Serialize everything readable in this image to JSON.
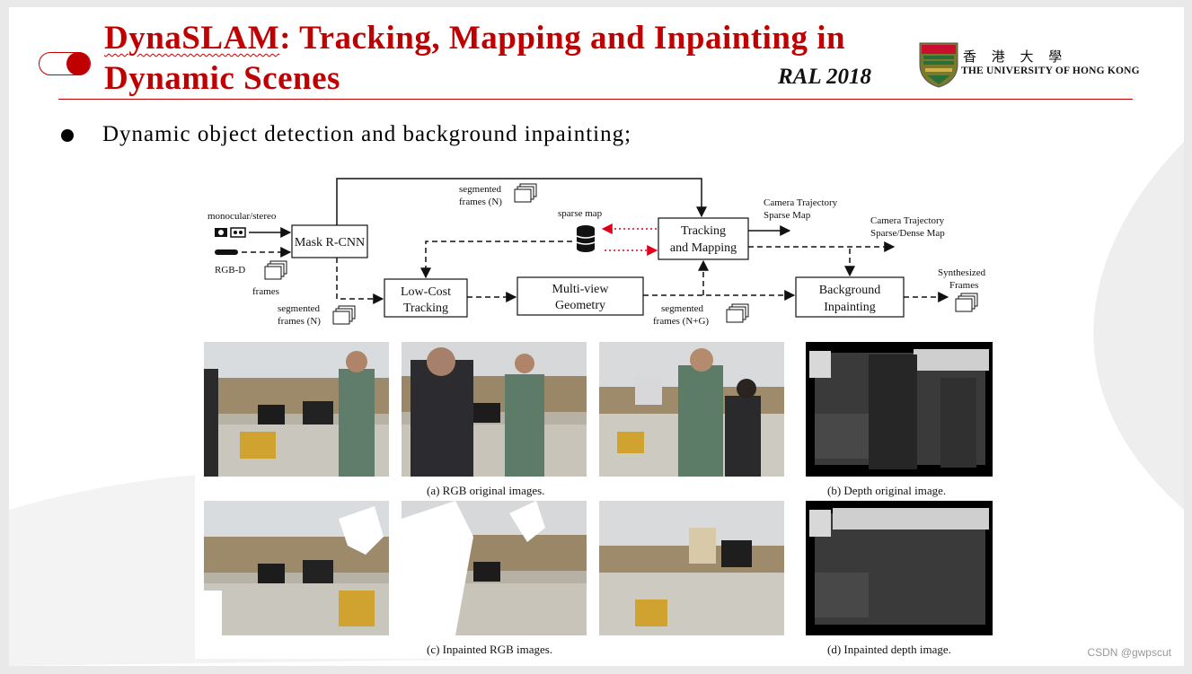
{
  "slide": {
    "title_abbr": "DynaSLAM",
    "title_rest": ": Tracking, Mapping and Inpainting in",
    "title_line2": "Dynamic Scenes",
    "venue": "RAL 2018",
    "logo": {
      "cn": "香 港 大 學",
      "en": "THE UNIVERSITY OF HONG KONG"
    },
    "bullet": "Dynamic object detection and background inpainting;"
  },
  "diagram": {
    "inputs": {
      "mono": "monocular/stereo",
      "rgbd": "RGB-D",
      "frames": "frames"
    },
    "boxes": {
      "maskrcnn": "Mask R-CNN",
      "lowcost": [
        "Low-Cost",
        "Tracking"
      ],
      "multiview": [
        "Multi-view",
        "Geometry"
      ],
      "tracking": [
        "Tracking",
        "and Mapping"
      ],
      "background": [
        "Background",
        "Inpainting"
      ]
    },
    "labels": {
      "seg_top": [
        "segmented",
        "frames (N)"
      ],
      "seg_left": [
        "segmented",
        "frames (N)"
      ],
      "seg_ng": [
        "segmented",
        "frames (N+G)"
      ],
      "sparse_map": "sparse map",
      "cam1": [
        "Camera Trajectory",
        "Sparse Map"
      ],
      "cam2": [
        "Camera Trajectory",
        "Sparse/Dense Map"
      ],
      "synth": [
        "Synthesized",
        "Frames"
      ]
    }
  },
  "captions": {
    "a": "(a)  RGB original images.",
    "b": "(b)  Depth original image.",
    "c": "(c)  Inpainted RGB images.",
    "d": "(d)  Inpainted depth image."
  },
  "watermark": "CSDN @gwpscut",
  "colors": {
    "accent": "#c00000",
    "arrow_red": "#e0001b"
  }
}
